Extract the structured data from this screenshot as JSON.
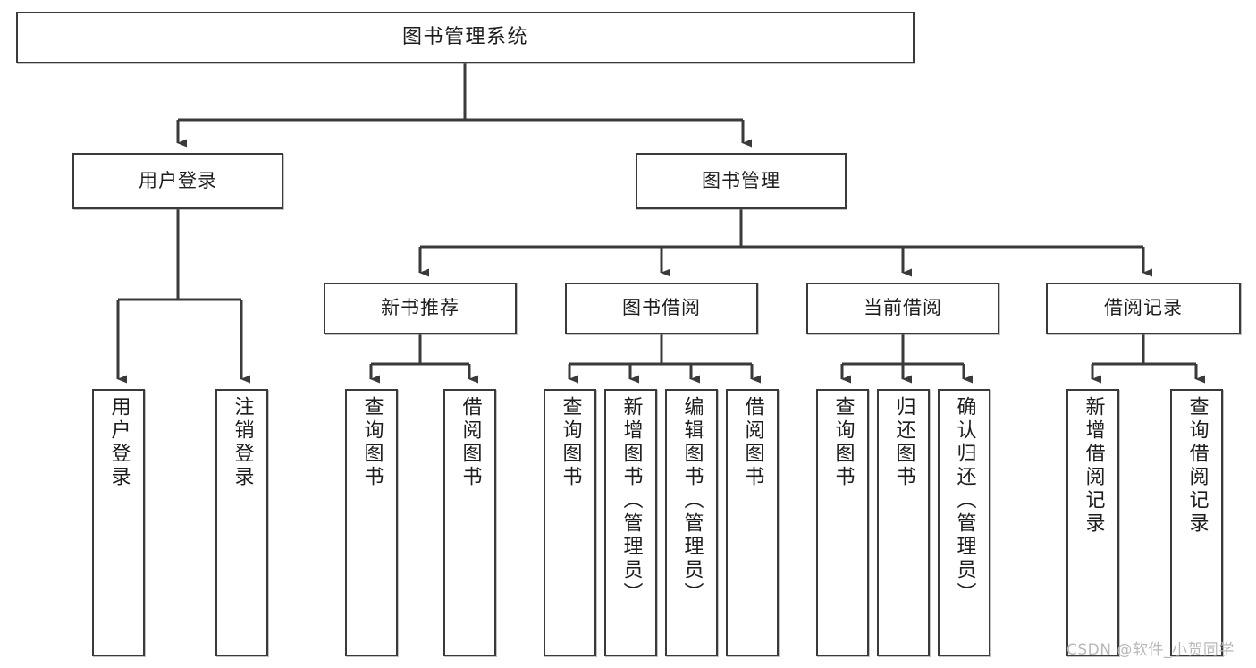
{
  "diagram": {
    "title": "图书管理系统",
    "type": "tree",
    "root": {
      "id": "root",
      "label": "图书管理系统"
    },
    "level2": [
      {
        "id": "user-login",
        "label": "用户登录"
      },
      {
        "id": "book-manage",
        "label": "图书管理"
      }
    ],
    "level3": [
      {
        "id": "new-book-recommend",
        "label": "新书推荐",
        "parent": "book-manage"
      },
      {
        "id": "book-borrow",
        "label": "图书借阅",
        "parent": "book-manage"
      },
      {
        "id": "current-borrow",
        "label": "当前借阅",
        "parent": "book-manage"
      },
      {
        "id": "borrow-record",
        "label": "借阅记录",
        "parent": "book-manage"
      }
    ],
    "leaves": [
      {
        "id": "leaf-user-login",
        "label": "用户登录",
        "parent": "user-login"
      },
      {
        "id": "leaf-logout-login",
        "label": "注销登录",
        "parent": "user-login"
      },
      {
        "id": "leaf-query-book-1",
        "label": "查询图书",
        "parent": "new-book-recommend"
      },
      {
        "id": "leaf-borrow-book-1",
        "label": "借阅图书",
        "parent": "new-book-recommend"
      },
      {
        "id": "leaf-query-book-2",
        "label": "查询图书",
        "parent": "book-borrow"
      },
      {
        "id": "leaf-add-book",
        "label": "新增图书（管理员）",
        "parent": "book-borrow"
      },
      {
        "id": "leaf-edit-book",
        "label": "编辑图书（管理员）",
        "parent": "book-borrow"
      },
      {
        "id": "leaf-borrow-book-2",
        "label": "借阅图书",
        "parent": "book-borrow"
      },
      {
        "id": "leaf-query-book-3",
        "label": "查询图书",
        "parent": "current-borrow"
      },
      {
        "id": "leaf-return-book",
        "label": "归还图书",
        "parent": "current-borrow"
      },
      {
        "id": "leaf-confirm-return",
        "label": "确认归还（管理员）",
        "parent": "current-borrow"
      },
      {
        "id": "leaf-add-record",
        "label": "新增借阅记录",
        "parent": "borrow-record"
      },
      {
        "id": "leaf-query-record",
        "label": "查询借阅记录",
        "parent": "borrow-record"
      }
    ],
    "colors": {
      "stroke": "#3a3a3a",
      "fill": "#ffffff",
      "text": "#1d1d1d",
      "watermark": "#b9b9b9"
    }
  },
  "watermark": {
    "text": "CSDN @软件_小贺同学"
  }
}
